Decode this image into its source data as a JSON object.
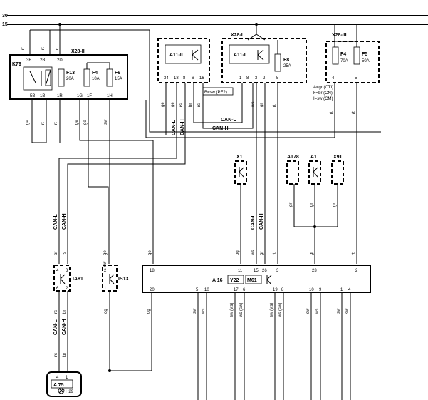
{
  "rails": {
    "r30": "30",
    "r15": "15"
  },
  "components": {
    "x28ii": "X28-II",
    "x28i": "X28-I",
    "x28iii": "X28-III",
    "k79": "K79",
    "f13": "F13",
    "f13a": "20A",
    "f4": "F4",
    "f4a": "10A",
    "f6": "F6",
    "f6a": "15A",
    "a11ii": "A11-II",
    "a11i": "A11-I",
    "f8": "F8",
    "f8a": "25A",
    "f4b": "F4",
    "f4ba": "70A",
    "f5": "F5",
    "f5a": "50A",
    "legend1": "A=gr (CTI)",
    "legend2": "F=br (CN)",
    "legend3": "I=sw (CM)",
    "bnote": "B=sw (PE2)",
    "x1": "X1",
    "a178": "A178",
    "a1": "A1",
    "x91": "X91",
    "ia81": "IA81",
    "s513": "IS13",
    "a16": "A 16",
    "y22": "Y22",
    "m61": "M61",
    "a75": "A 75",
    "h29": "H29"
  },
  "pins": {
    "k3b": "3B",
    "k2b": "2B",
    "k2d": "2D",
    "k5b": "5B",
    "k1b": "1B",
    "k1r": "1R",
    "k1g": "1G",
    "k1f": "1F",
    "k1h": "1H",
    "a34": "34",
    "a18": "18",
    "a8": "8",
    "a6": "6",
    "a16": "16",
    "i1": "1",
    "i8": "8",
    "i3": "3",
    "i2": "2",
    "i5": "5",
    "i4": "4",
    "i5b": "5",
    "m18": "18",
    "m11": "11",
    "m15": "15",
    "m26": "26",
    "m3": "3",
    "m23": "23",
    "m2": "2",
    "m20": "20",
    "m5": "5",
    "m10": "10",
    "m17": "17",
    "m6": "6",
    "m19": "19",
    "m8": "8",
    "m10b": "10",
    "m9": "9",
    "m1": "1",
    "m4": "4",
    "ia4": "4",
    "ia3": "3",
    "ia6": "6",
    "ia2": "2",
    "s2": "2",
    "s1": "1",
    "a75p4": "4",
    "a75p1": "1"
  },
  "wires": {
    "rt": "rt",
    "ge": "ge",
    "sw": "sw",
    "rs": "rs",
    "br": "br",
    "gr": "gr",
    "ws": "ws",
    "og": "og",
    "swbl": "sw (ws)",
    "wsbl": "ws (sw)",
    "swws": "sw (ws)",
    "wssw": "ws (sw)",
    "canl": "CAN-L",
    "canh": "CAN-H"
  }
}
